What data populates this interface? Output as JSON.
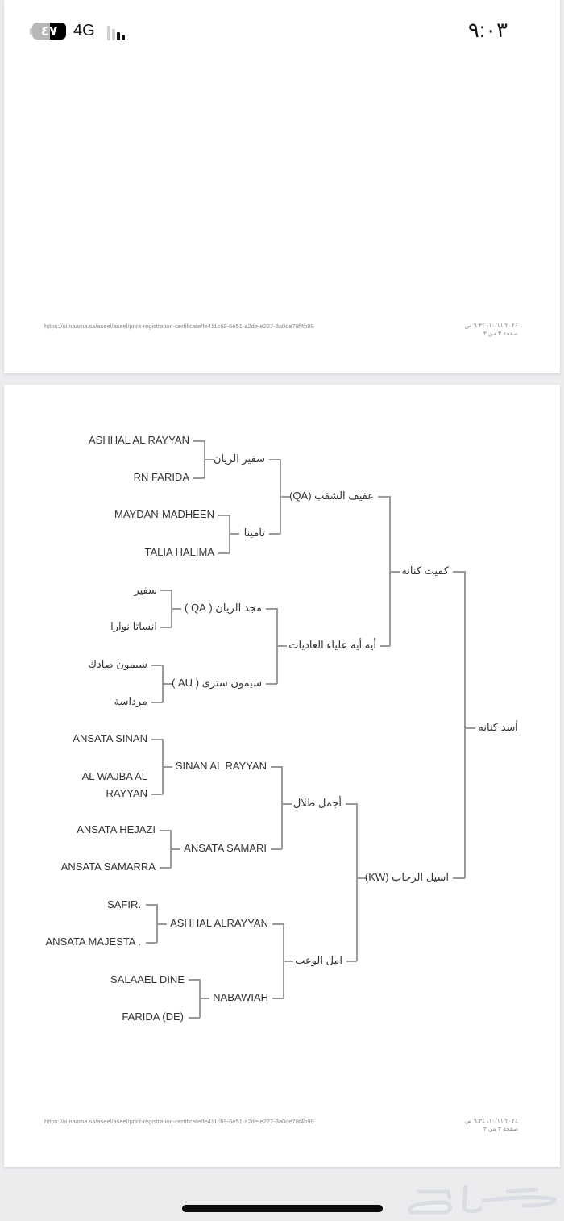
{
  "status_bar": {
    "time": "٩:٠٣",
    "network": "4G",
    "battery_percent": "٤٧"
  },
  "page1": {
    "footer_url": "https://ui.naama.sa/aseel/aseel/print-registration-certificate/fe411c69-6e51-a2de-e227-3a0de78f4b99",
    "footer_datetime": "١٠/١١/٢٠٢٤، ٩:٣٤ ص",
    "footer_page": "صفحة ٣ من ٣"
  },
  "pedigree": {
    "subject": "أسد كنانه",
    "sire": "كميت كنانه",
    "dam": "اسيل الرحاب (KW)",
    "sire_sire": "عفيف الشقب (QA)",
    "sire_dam": "أيه أيه علياء العاديات",
    "dam_sire": "أجمل طلال",
    "dam_dam": "امل الوعب",
    "gen3": [
      "سفير الريان",
      "تامينا",
      "مجد الريان ( QA )",
      "سيمون سترى ( AU )",
      "SINAN AL RAYYAN",
      "ANSATA SAMARI",
      "ASHHAL ALRAYYAN",
      "NABAWIAH"
    ],
    "gen4": [
      "ASHHAL AL RAYYAN",
      "RN FARIDA",
      "MAYDAN-MADHEEN",
      "TALIA HALIMA",
      "سفير",
      "انساتا نوارا",
      "سيمون صادك",
      "مرداسة",
      "ANSATA SINAN",
      "AL WAJBA AL",
      "ANSATA HEJAZI",
      "ANSATA SAMARRA",
      "SAFIR.",
      "ANSATA MAJESTA .",
      "SALAAEL DINE",
      "FARIDA (DE)"
    ],
    "gen4_wrap": "RAYYAN"
  },
  "page2": {
    "footer_url": "https://ui.naama.sa/aseel/aseel/print-registration-certificate/fe411c69-6e51-a2de-e227-3a0de78f4b99",
    "footer_datetime": "١٠/١١/٢٠٢٤، ٩:٣٤ ص",
    "footer_page": "صفحة ٣ من ٣"
  },
  "colors": {
    "line": "#9a9a9a",
    "text": "#333333",
    "page_bg": "#ffffff",
    "viewer_bg": "#ececef"
  }
}
